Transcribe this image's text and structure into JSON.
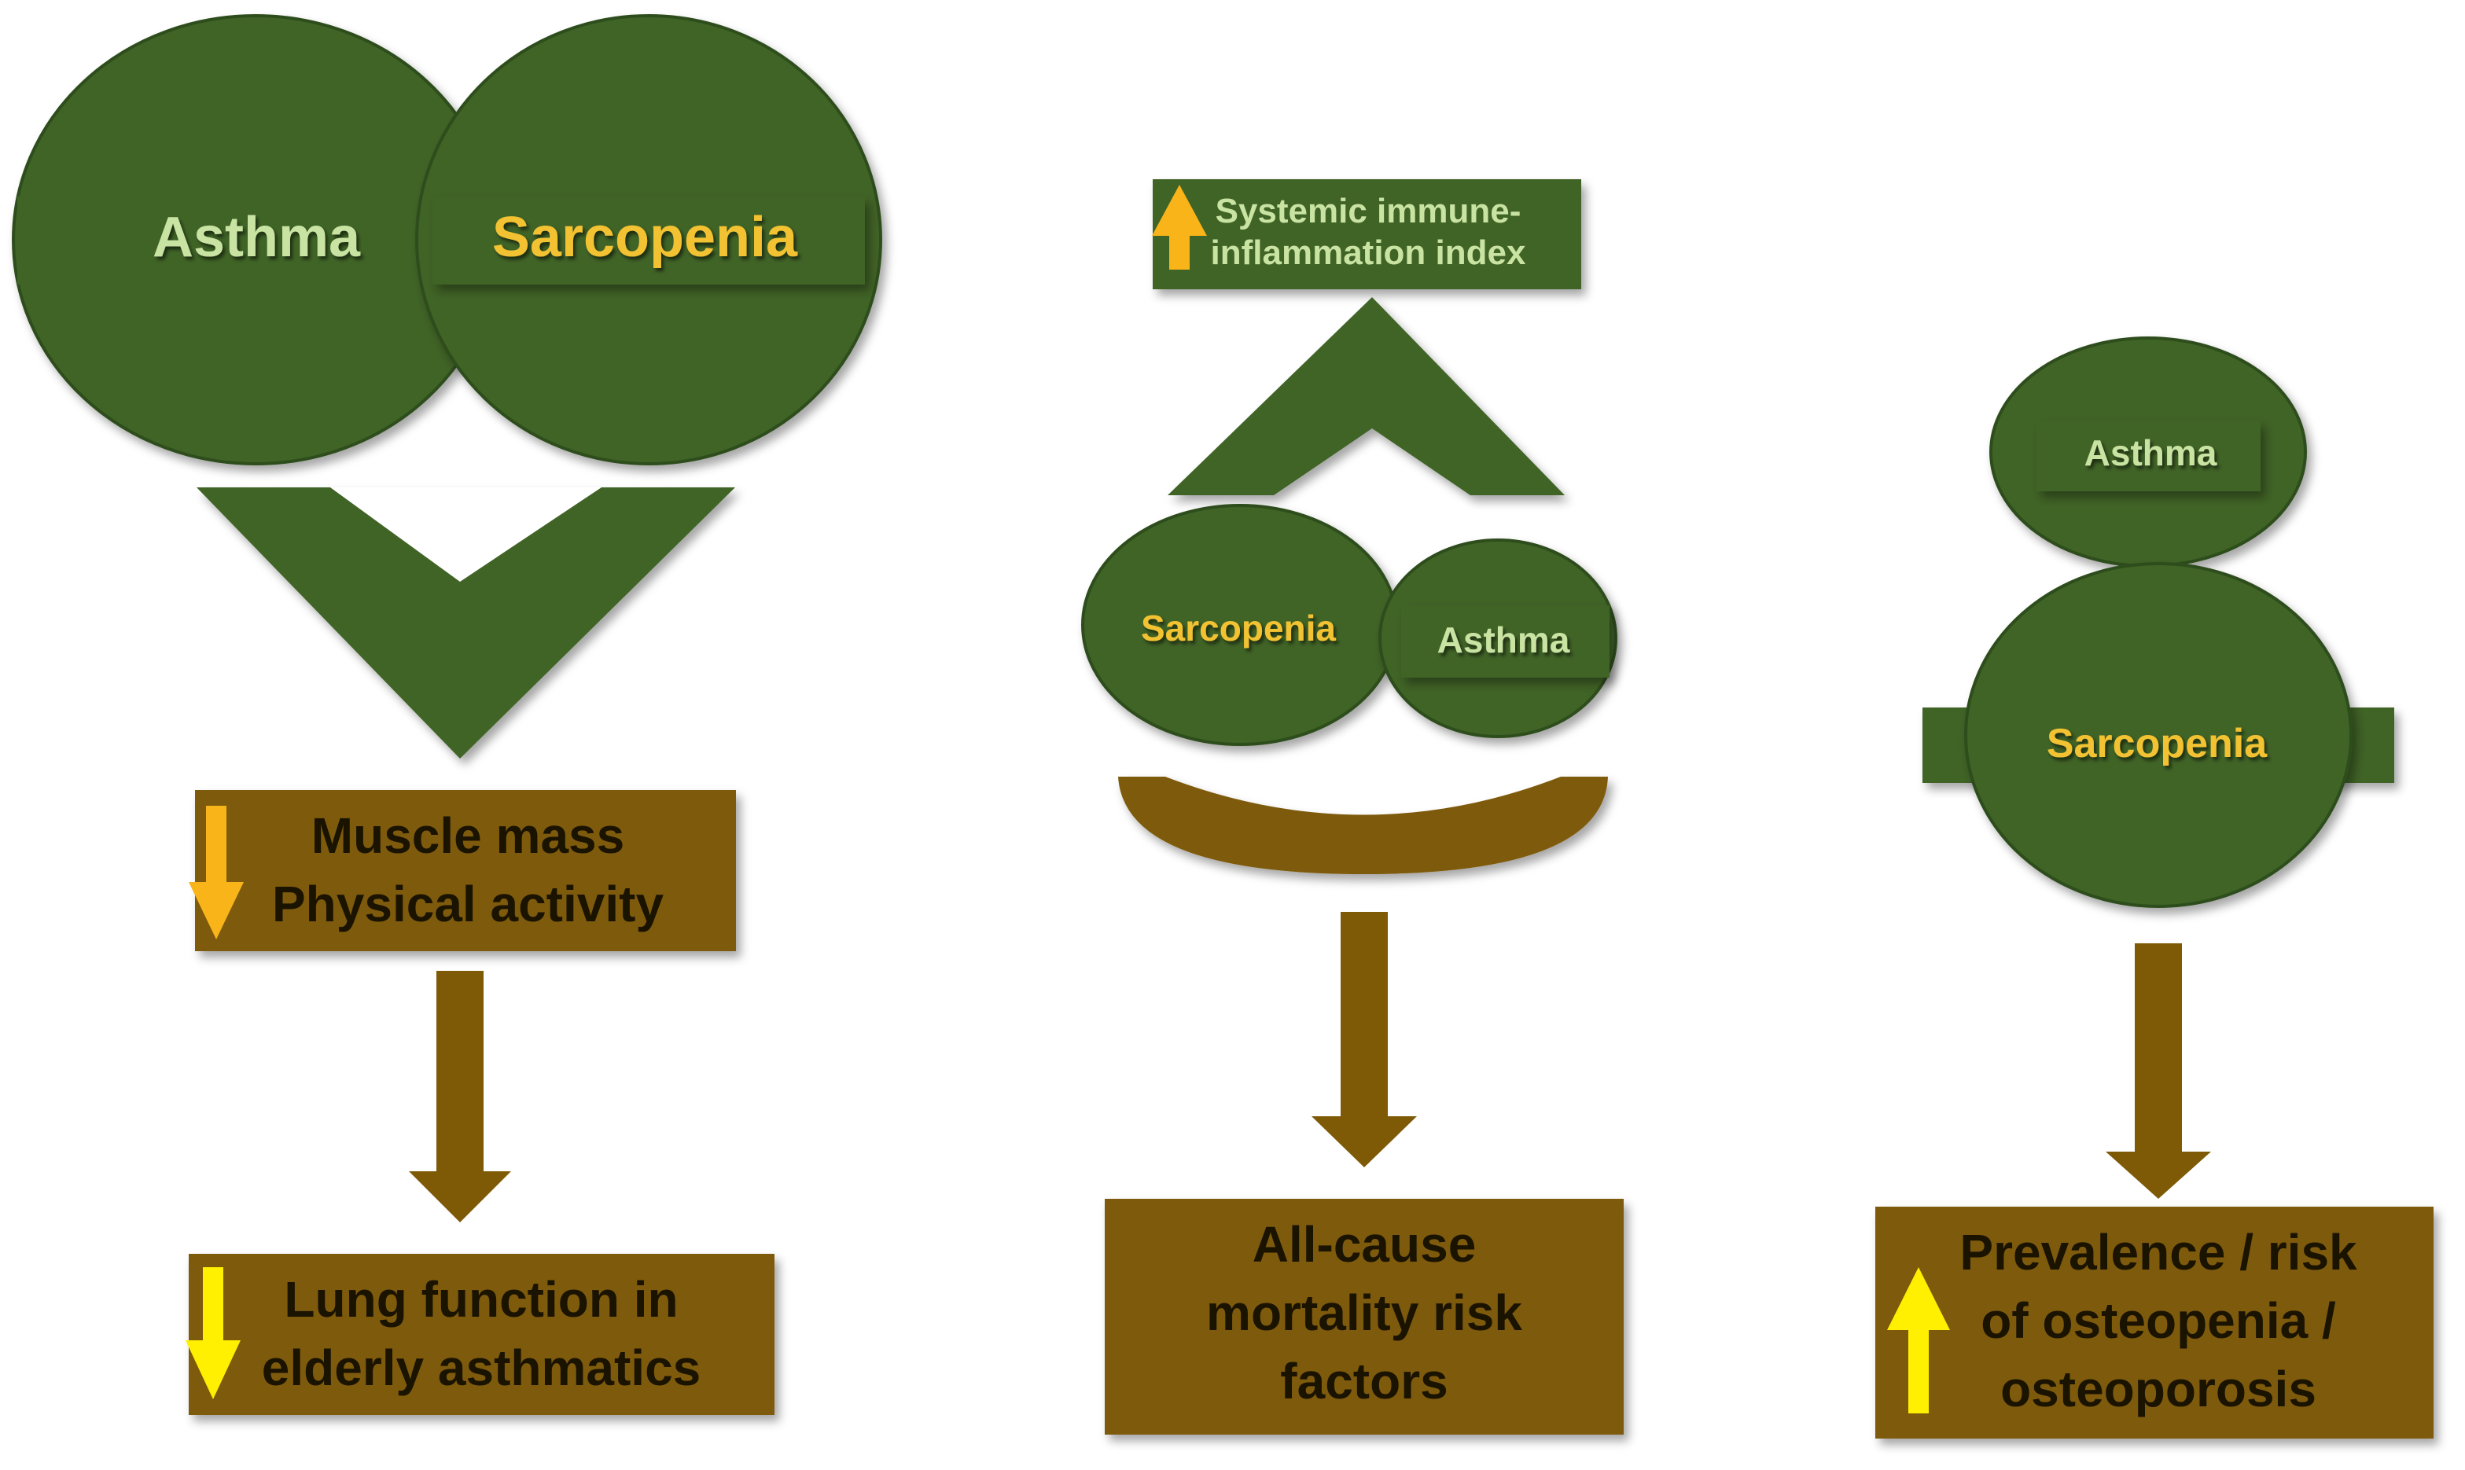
{
  "colors": {
    "green": "#3f6426",
    "green_edge": "#2f4d1c",
    "brown": "#7e5a07",
    "text_yellow": "#f2c230",
    "text_light_green": "#c9e3a3",
    "text_dark": "#1a1300",
    "arrow_orange": "#f8b418",
    "arrow_yellow": "#ffef00"
  },
  "left_panel": {
    "circle_left_label": "Asthma",
    "circle_right_label": "Sarcopenia",
    "box1_line1": "Muscle mass",
    "box1_line2": "Physical activity",
    "box1_icon": "down-arrow-orange",
    "box2_line1": "Lung function in",
    "box2_line2": "elderly asthmatics",
    "box2_icon": "down-arrow-yellow"
  },
  "middle_panel": {
    "top_box_line1": "Systemic immune-",
    "top_box_line2": "inflammation index",
    "top_box_icon": "up-arrow-orange",
    "circle_left_label": "Sarcopenia",
    "circle_right_label": "Asthma",
    "bottom_box_line1": "All-cause",
    "bottom_box_line2": "mortality risk",
    "bottom_box_line3": "factors"
  },
  "right_panel": {
    "top_circle_label": "Asthma",
    "bottom_circle_label": "Sarcopenia",
    "bottom_box_line1": "Prevalence / risk",
    "bottom_box_line2": "of osteopenia /",
    "bottom_box_line3": "osteoporosis",
    "bottom_box_icon": "up-arrow-yellow"
  }
}
